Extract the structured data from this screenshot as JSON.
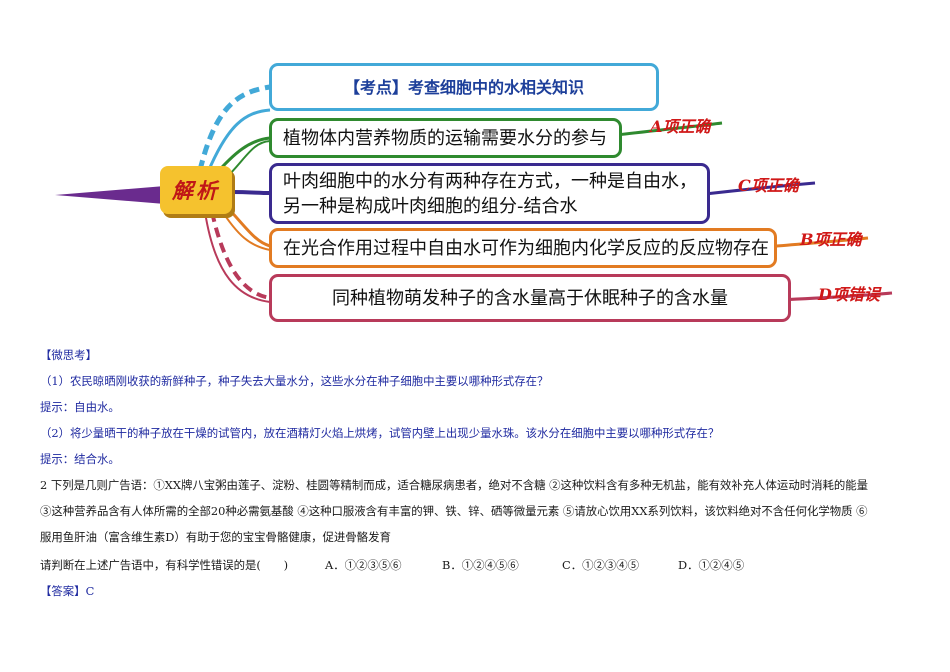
{
  "mindmap": {
    "center_label": "解析",
    "topic": {
      "bracket": "【考点】",
      "text": "考查细胞中的水相关知识"
    },
    "branches": [
      {
        "lines": [
          "植物体内营养物质的运输需要水分的参与"
        ],
        "note": "A项正确"
      },
      {
        "lines": [
          "叶肉细胞中的水分有两种存在方式，一种是自由水，",
          "另一种是构成叶肉细胞的组分-结合水"
        ],
        "note": "C项正确"
      },
      {
        "lines": [
          "在光合作用过程中自由水可作为细胞内化学反应的反应物存在"
        ],
        "note": "B项正确"
      },
      {
        "lines": [
          "同种植物萌发种子的含水量高于休眠种子的含水量"
        ],
        "note": "D项错误"
      }
    ],
    "colors": {
      "topic": "#42a9d8",
      "a": "#2f8a2f",
      "c": "#3a2a8f",
      "b": "#e27b22",
      "d": "#b83a5a",
      "note": "#d01818"
    }
  },
  "doc": {
    "think_title": "【微思考】",
    "q1": "（1）农民晾晒刚收获的新鲜种子，种子失去大量水分，这些水分在种子细胞中主要以哪种形式存在？",
    "hint1": "提示：自由水。",
    "q2": "（2）将少量晒干的种子放在干燥的试管内，放在酒精灯火焰上烘烤，试管内壁上出现少量水珠。该水分在细胞中主要以哪种形式存在？",
    "hint2": "提示：结合水。",
    "p2_line1": "2 下列是几则广告语：①XX牌八宝粥由莲子、淀粉、桂圆等精制而成，适合糖尿病患者，绝对不含糖 ②这种饮料含有多种无机盐，能有效补充人体运动时消耗的能量",
    "p2_line2": "③这种营养品含有人体所需的全部20种必需氨基酸 ④这种口服液含有丰富的钾、铁、锌、硒等微量元素 ⑤请放心饮用XX系列饮料，该饮料绝对不含任何化学物质 ⑥",
    "p2_line3": "服用鱼肝油（富含维生素D）有助于您的宝宝骨骼健康，促进骨骼发育",
    "question": "请判断在上述广告语中，有科学性错误的是(　　)",
    "options": [
      "A．①②③⑤⑥",
      "B．①②④⑤⑥",
      "C．①②③④⑤",
      "D．①②④⑤"
    ],
    "answer": "【答案】C"
  }
}
